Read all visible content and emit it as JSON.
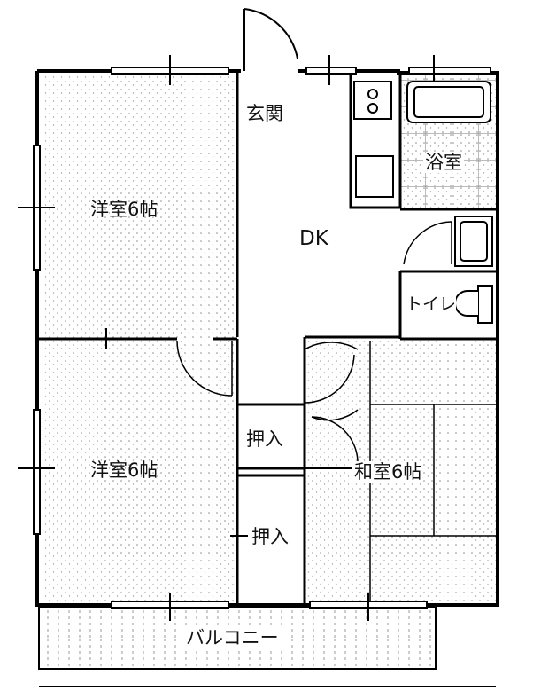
{
  "rooms": {
    "western_upper": "洋室6帖",
    "western_lower": "洋室6帖",
    "japanese": "和室6帖",
    "dk": "DK",
    "entrance": "玄関",
    "bath": "浴室",
    "toilet": "トイレ",
    "closet_upper": "押入",
    "closet_lower": "押入",
    "balcony": "バルコニー"
  },
  "colors": {
    "wall": "#000000",
    "floor_texture": "#9a9a9a",
    "background": "#ffffff"
  }
}
